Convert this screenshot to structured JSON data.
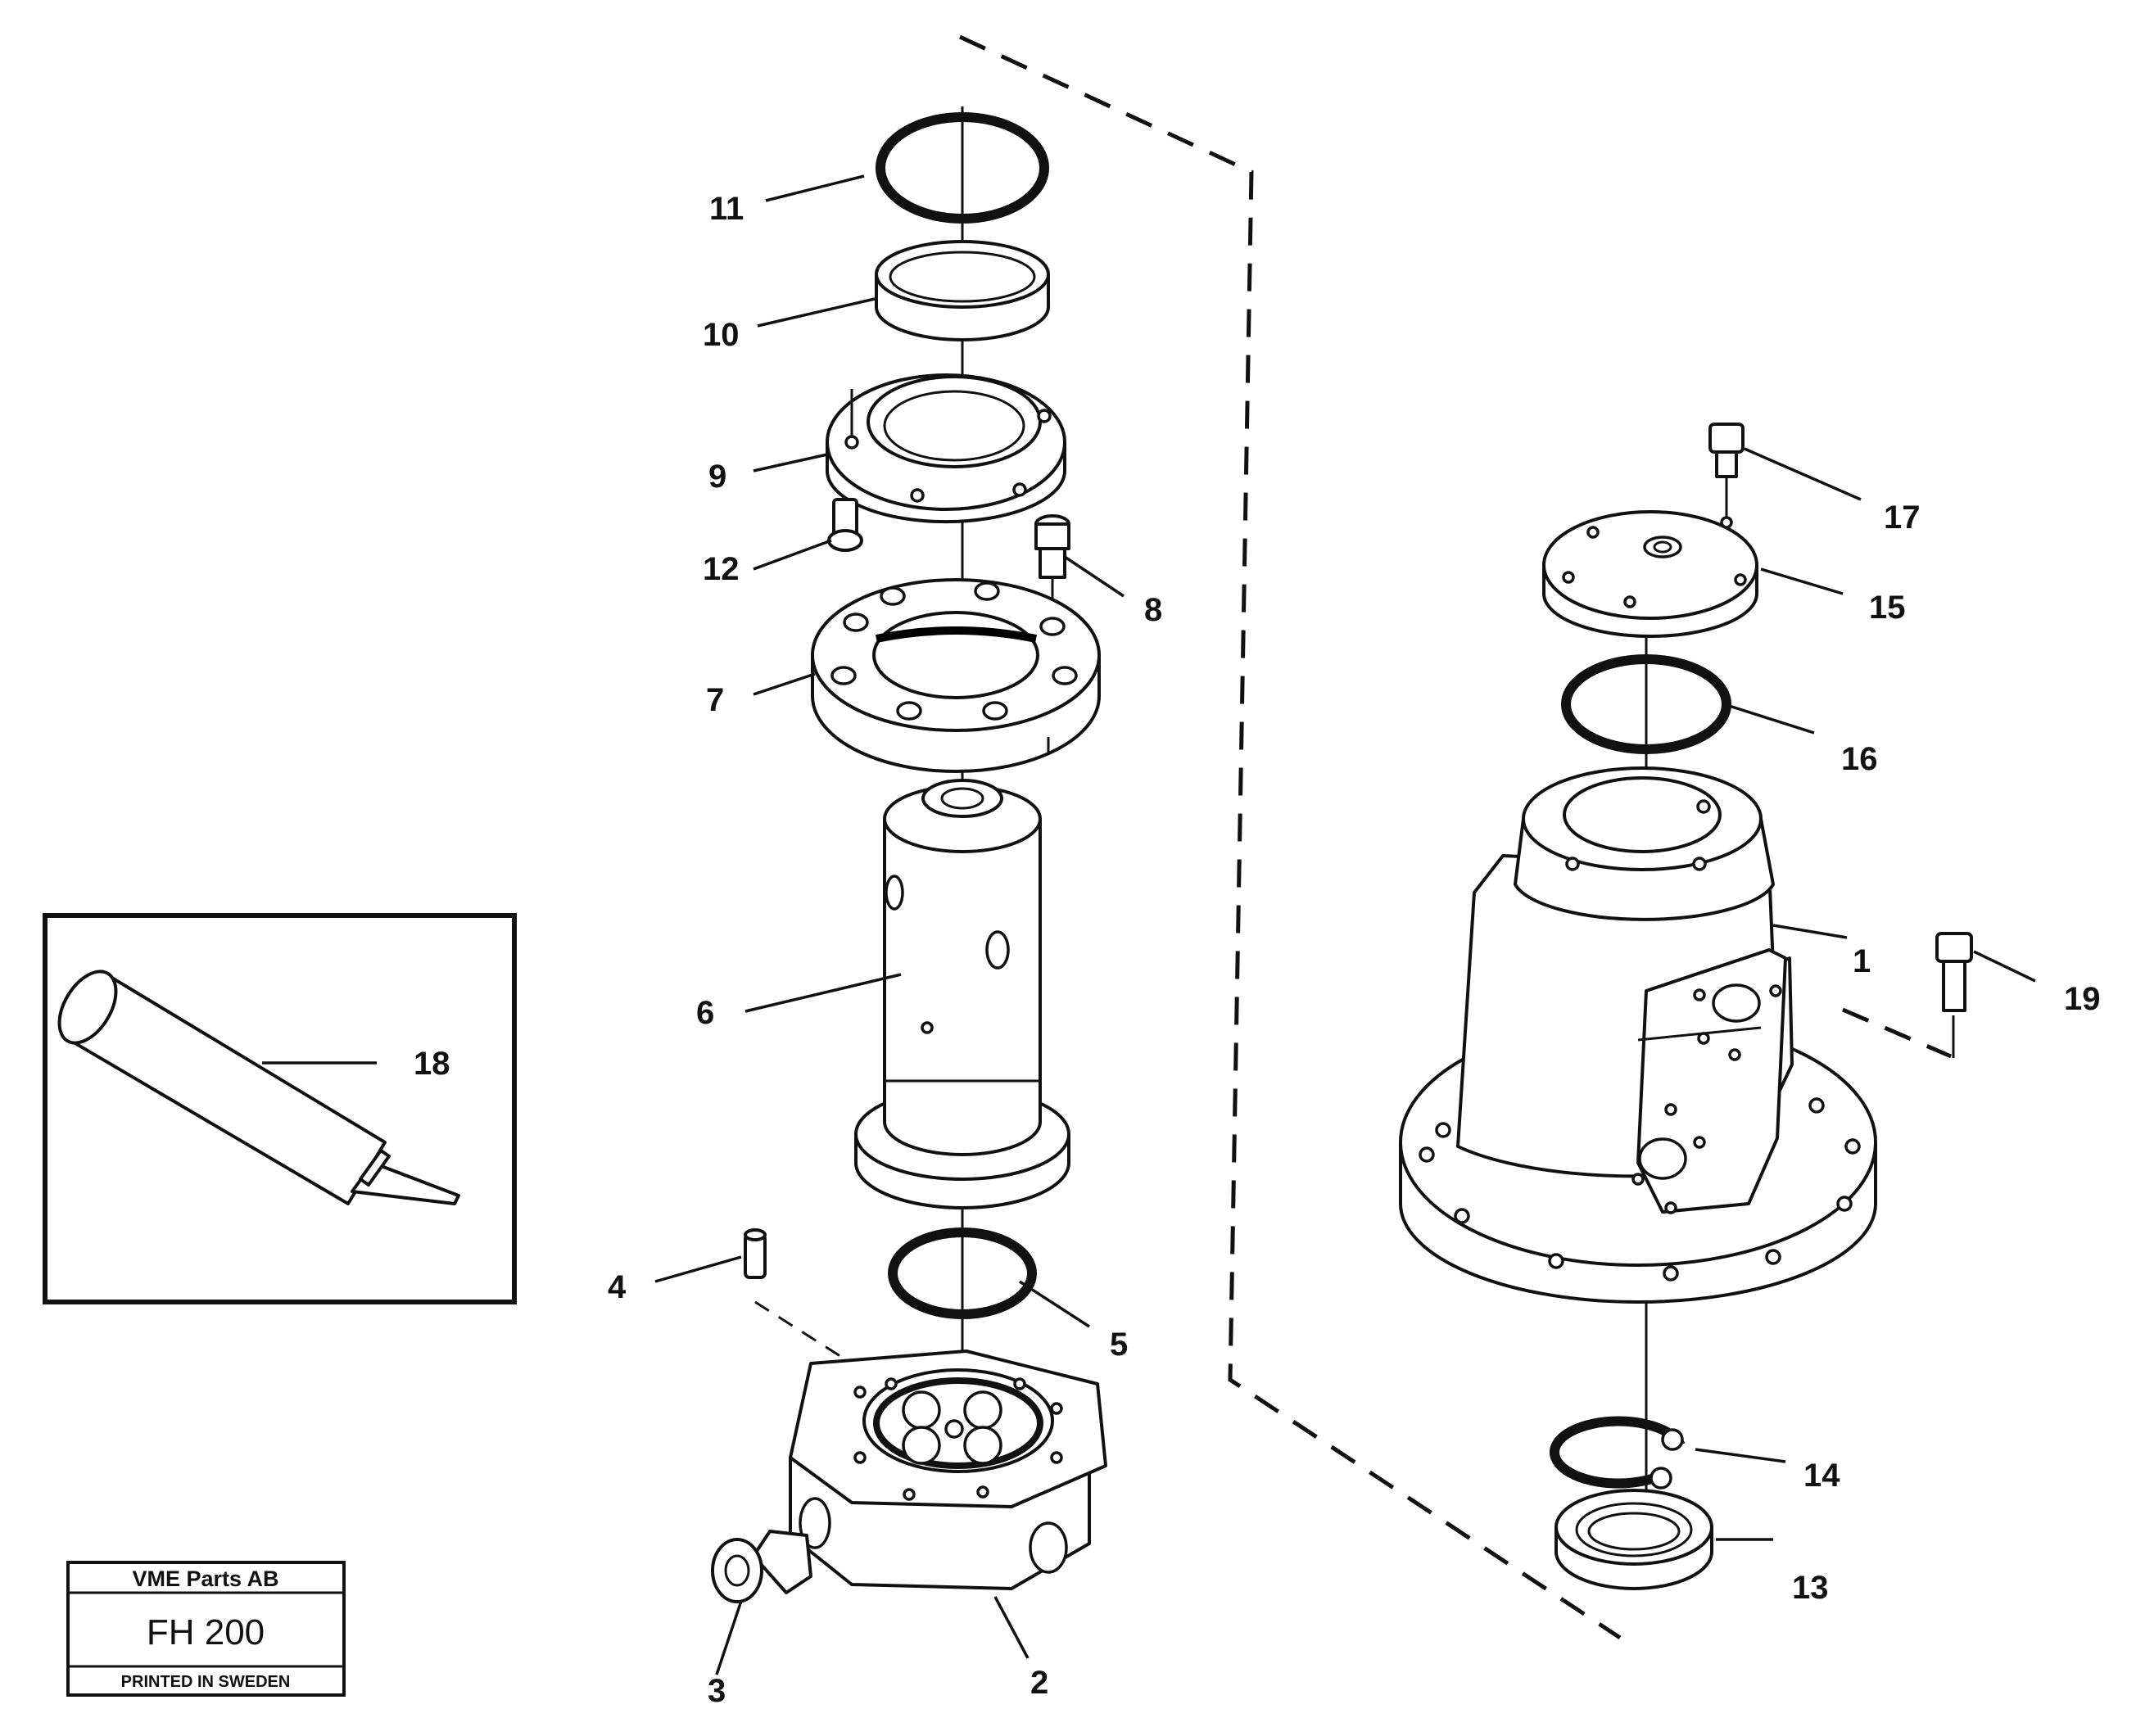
{
  "title_block": {
    "company": "VME Parts AB",
    "model": "FH 200",
    "footer": "PRINTED IN SWEDEN"
  },
  "callouts": [
    "1",
    "2",
    "3",
    "4",
    "5",
    "6",
    "7",
    "8",
    "9",
    "10",
    "11",
    "12",
    "13",
    "14",
    "15",
    "16",
    "17",
    "18",
    "19"
  ],
  "colors": {
    "ink": "#111111",
    "paper": "#ffffff"
  }
}
